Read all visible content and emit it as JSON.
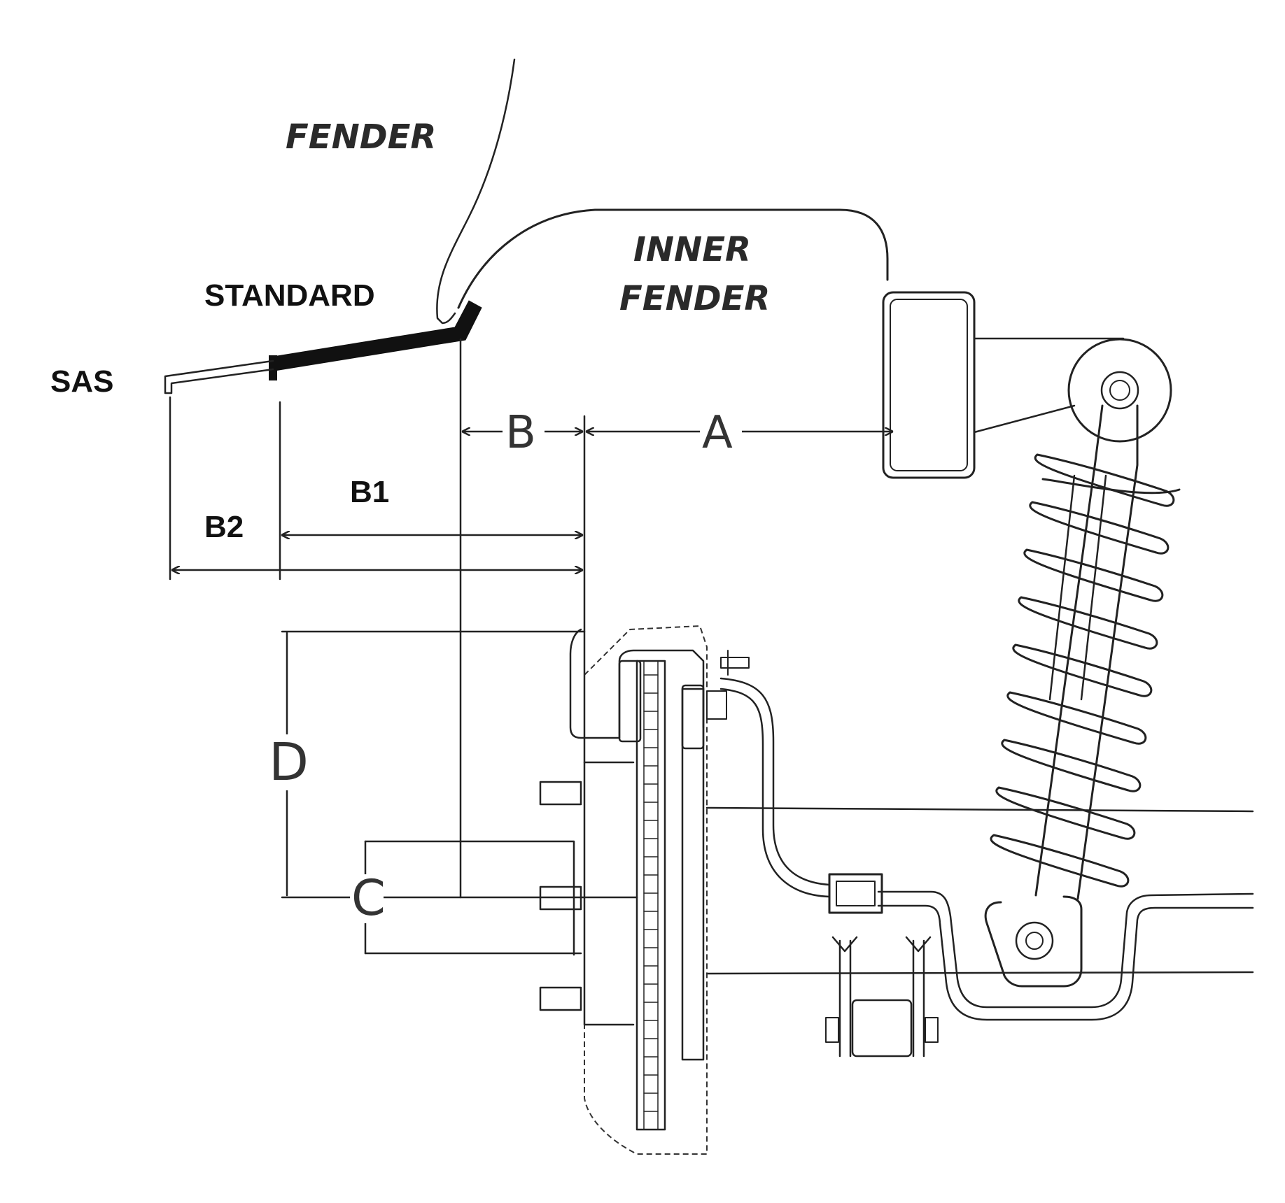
{
  "labels": {
    "fender": "FENDER",
    "inner_fender_line1": "INNER",
    "inner_fender_line2": "FENDER",
    "standard": "STANDARD",
    "sas": "SAS",
    "b1": "B1",
    "b2": "B2",
    "dim_a": "A",
    "dim_b": "B",
    "dim_c": "C",
    "dim_d": "D"
  },
  "colors": {
    "line": "#222222",
    "background": "#ffffff"
  }
}
